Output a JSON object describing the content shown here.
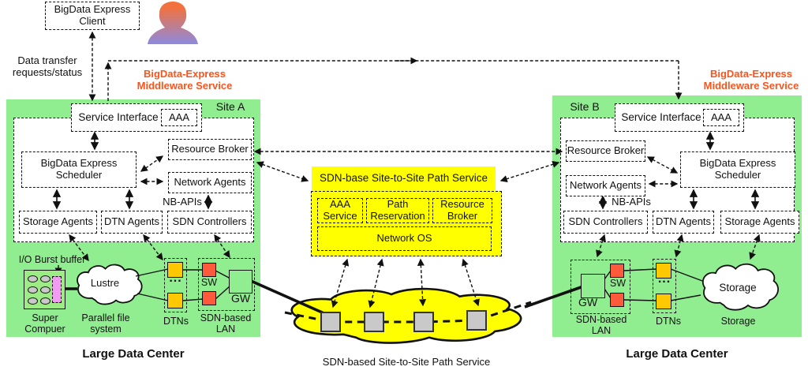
{
  "colors": {
    "site_green": "#90EE90",
    "service_yellow": "#FFFF00",
    "orange_text": "#FA541C",
    "dtn_yellow": "#FFC800",
    "switch_red": "#FF5A3C",
    "buffer_pink": "#F29BF2",
    "node_gray": "#C9C9C9"
  },
  "client": {
    "label": "BigData Express Client"
  },
  "labels": {
    "data_transfer": "Data transfer requests/status",
    "middleware_a": "BigData-Express Middleware Service",
    "middleware_b": "BigData-Express Middleware Service"
  },
  "site_a": {
    "name": "Site A",
    "service_interface": "Service Interface",
    "aaa": "AAA",
    "scheduler": "BigData Express Scheduler",
    "resource_broker": "Resource Broker",
    "network_agents": "Network Agents",
    "nb_apis": "NB-APIs",
    "storage_agents": "Storage Agents",
    "dtn_agents": "DTN Agents",
    "sdn_controllers": "SDN Controllers",
    "io_burst_buffer": "I/O Burst buffer",
    "super_computer": "Super Compuer",
    "lustre": "Lustre",
    "parallel_file_system": "Parallel file system",
    "dtns": "DTNs",
    "dots": "...",
    "sw": "SW",
    "gw": "GW",
    "sdn_lan": "SDN-based LAN",
    "large_data_center": "Large Data Center"
  },
  "path_service": {
    "title": "SDN-base Site-to-Site Path Service",
    "aaa_service": "AAA Service",
    "path_reservation": "Path Reservation",
    "resource_broker": "Resource Broker",
    "network_os": "Network OS",
    "cloud_caption": "SDN-based Site-to-Site Path Service"
  },
  "site_b": {
    "name": "Site B",
    "service_interface": "Service Interface",
    "aaa": "AAA",
    "scheduler": "BigData Express Scheduler",
    "resource_broker": "Resource Broker",
    "network_agents": "Network Agents",
    "nb_apis": "NB-APIs",
    "storage_agents": "Storage Agents",
    "dtn_agents": "DTN Agents",
    "sdn_controllers": "SDN Controllers",
    "sw": "SW",
    "gw": "GW",
    "dtns": "DTNs",
    "dots": "...",
    "storage_cloud": "Storage",
    "storage_label": "Storage",
    "sdn_lan": "SDN-based LAN",
    "large_data_center": "Large Data Center"
  }
}
